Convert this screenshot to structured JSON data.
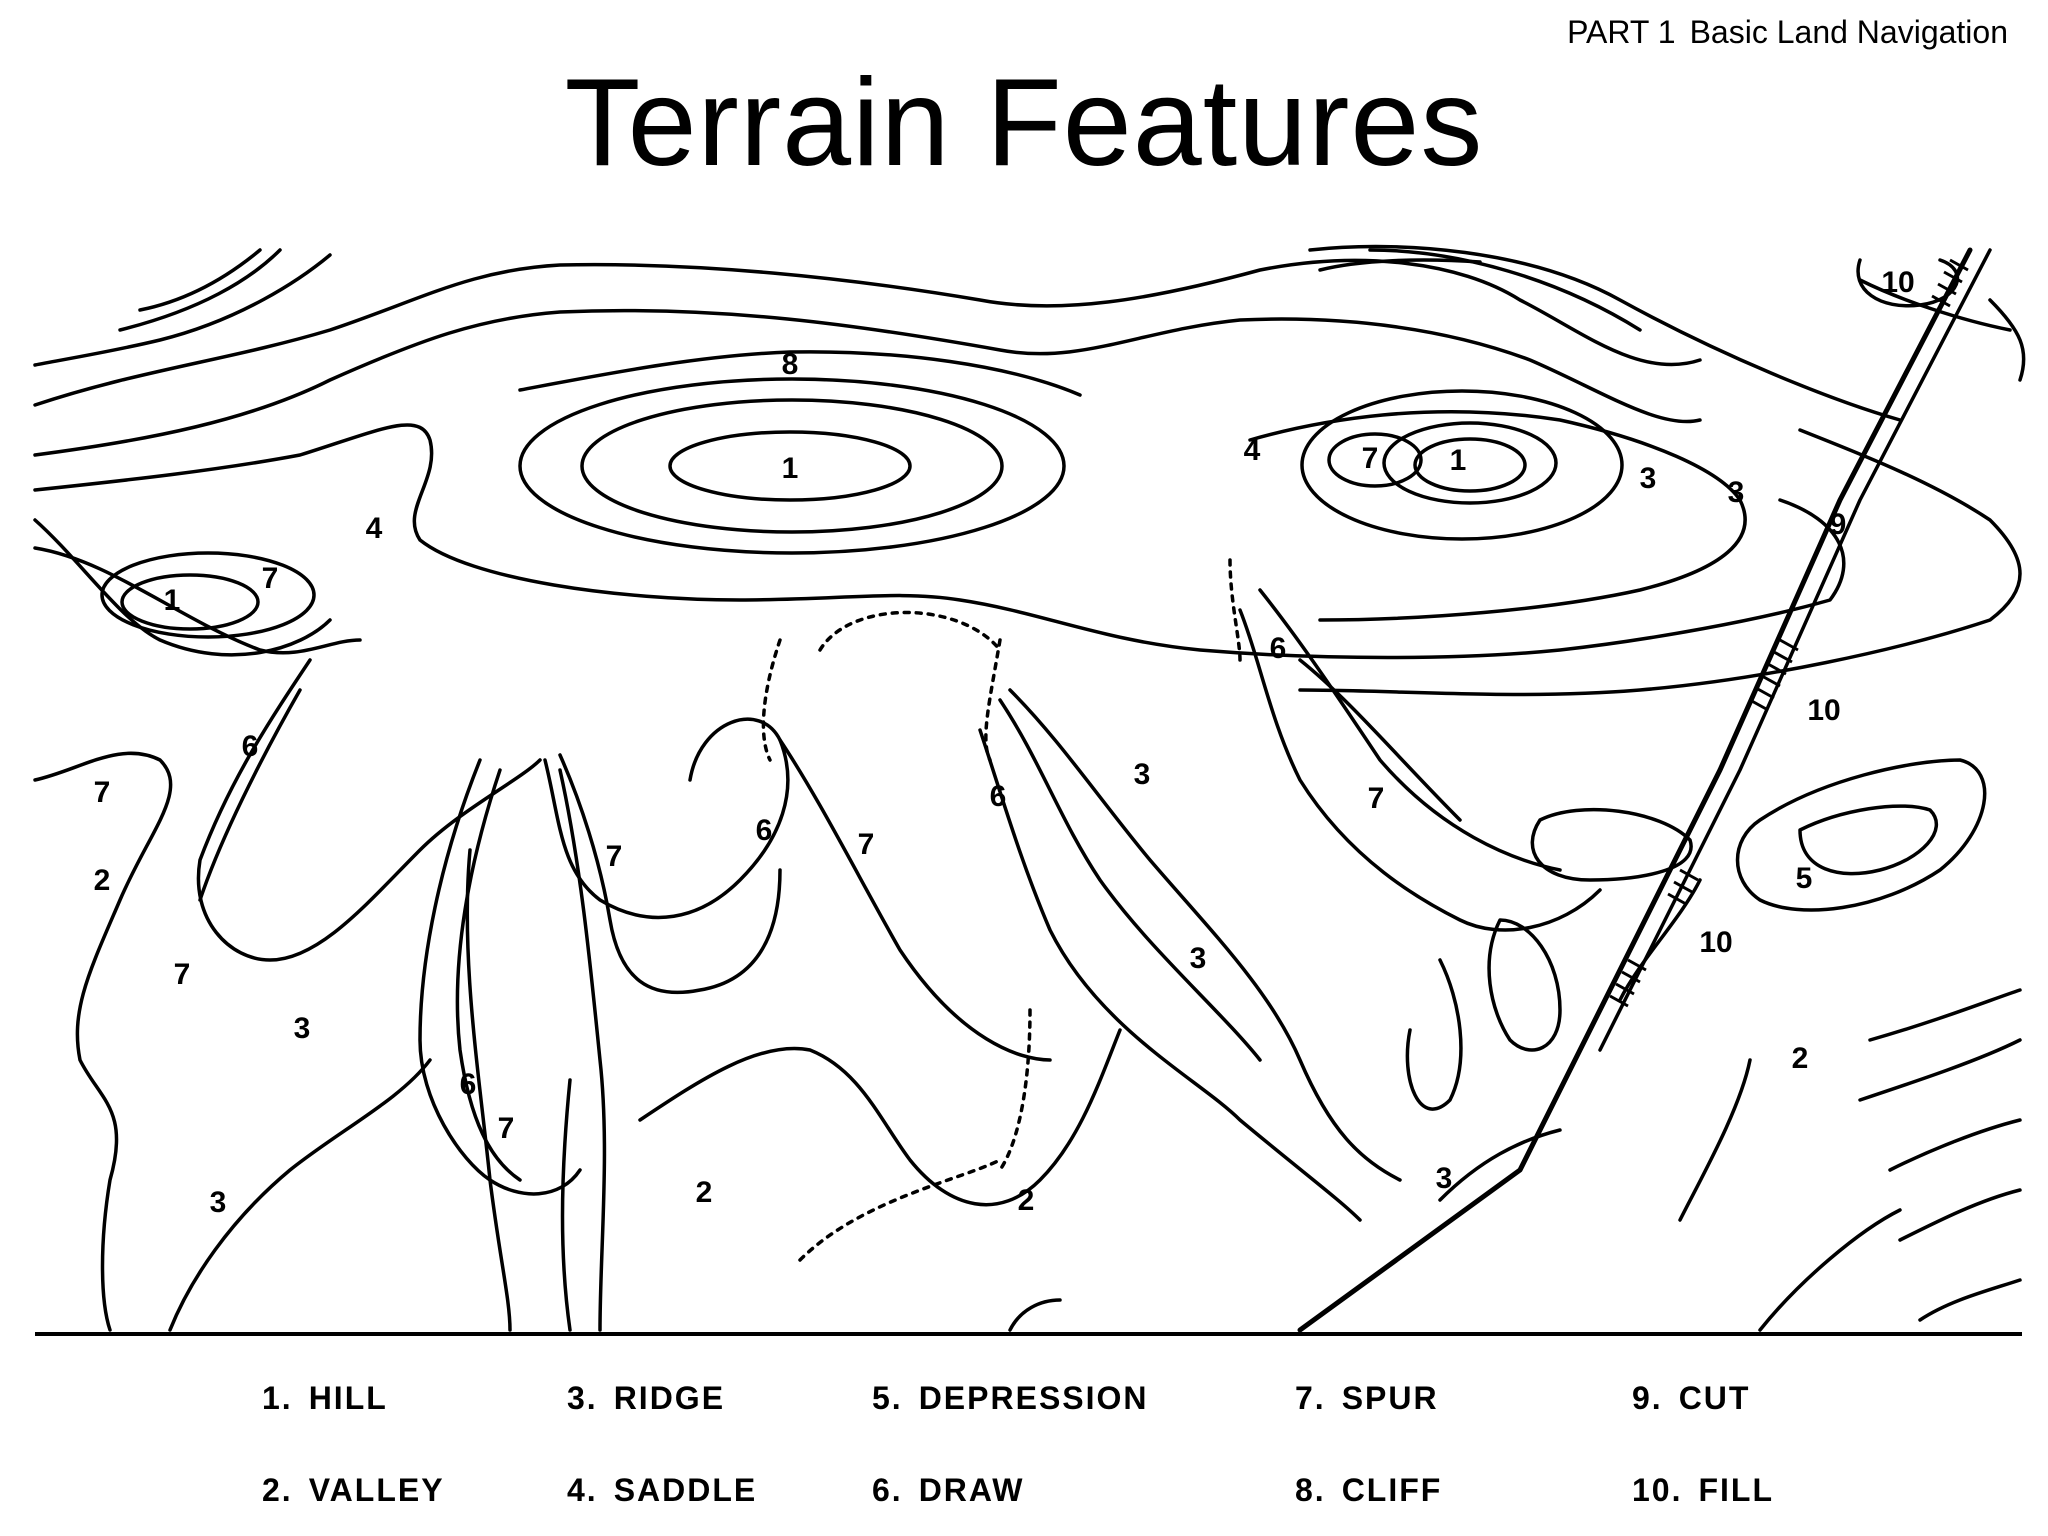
{
  "header": {
    "part": "PART 1",
    "section": "Basic Land Navigation"
  },
  "title": "Terrain Features",
  "map": {
    "labels": [
      "8",
      "1",
      "4",
      "7",
      "1",
      "3",
      "3",
      "9",
      "4",
      "1",
      "7",
      "6",
      "6",
      "7",
      "6",
      "7",
      "6",
      "7",
      "3",
      "7",
      "3",
      "3",
      "2",
      "7",
      "3",
      "6",
      "7",
      "3",
      "2",
      "2",
      "2",
      "10",
      "10",
      "5",
      "10"
    ]
  },
  "legend": [
    {
      "num": "1.",
      "text": "HILL"
    },
    {
      "num": "2.",
      "text": "VALLEY"
    },
    {
      "num": "3.",
      "text": "RIDGE"
    },
    {
      "num": "4.",
      "text": "SADDLE"
    },
    {
      "num": "5.",
      "text": "DEPRESSION"
    },
    {
      "num": "6.",
      "text": "DRAW"
    },
    {
      "num": "7.",
      "text": "SPUR"
    },
    {
      "num": "8.",
      "text": "CLIFF"
    },
    {
      "num": "9.",
      "text": "CUT"
    },
    {
      "num": "10.",
      "text": "FILL"
    }
  ]
}
